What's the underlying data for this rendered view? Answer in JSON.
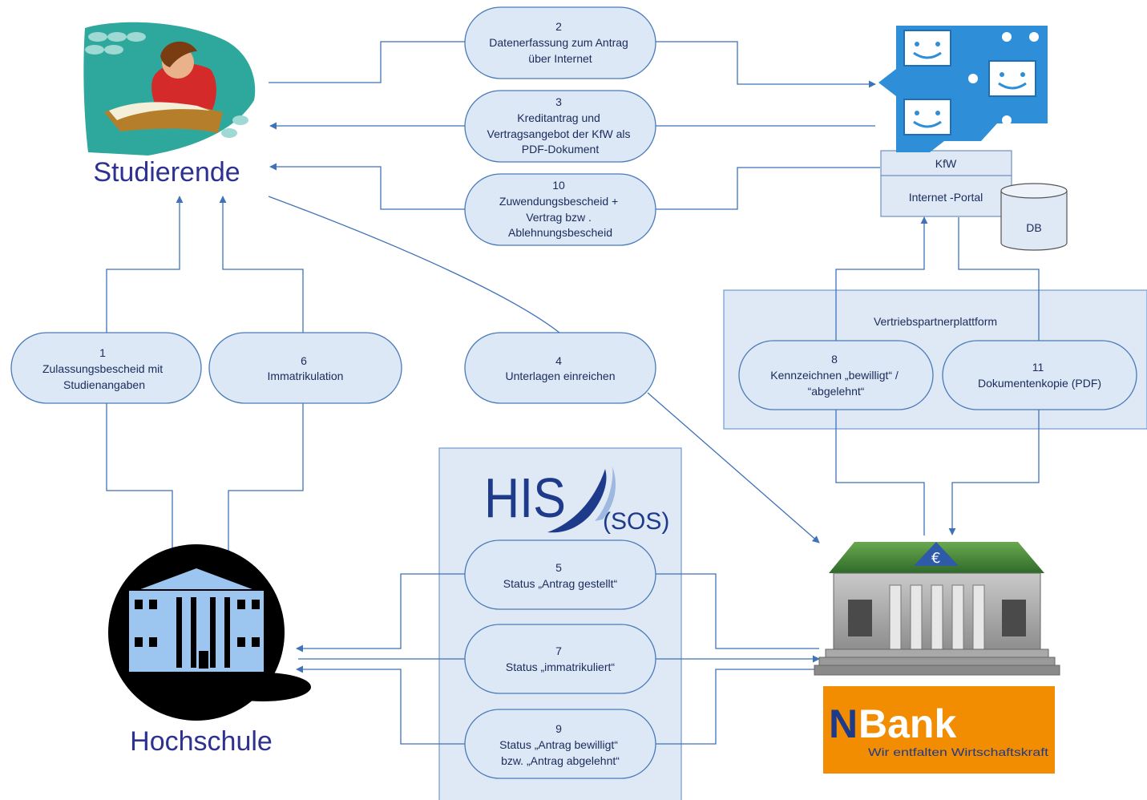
{
  "actors": {
    "student": "Studierende",
    "university": "Hochschule"
  },
  "steps": [
    {
      "num": "2",
      "lines": [
        "Datenerfassung zum Antrag",
        "über Internet"
      ]
    },
    {
      "num": "3",
      "lines": [
        "Kreditantrag und",
        "Vertragsangebot der KfW als",
        "PDF-Dokument"
      ]
    },
    {
      "num": "10",
      "lines": [
        "Zuwendungsbescheid  +",
        "Vertrag bzw .",
        "Ablehnungsbescheid"
      ]
    },
    {
      "num": "1",
      "lines": [
        "Zulassungsbescheid mit",
        "Studienangaben"
      ]
    },
    {
      "num": "6",
      "lines": [
        "Immatrikulation"
      ]
    },
    {
      "num": "4",
      "lines": [
        "Unterlagen einreichen"
      ]
    },
    {
      "num": "8",
      "lines": [
        "Kennzeichnen „bewilligt“ /",
        "“abgelehnt“"
      ]
    },
    {
      "num": "11",
      "lines": [
        "Dokumentenkopie  (PDF)"
      ]
    },
    {
      "num": "5",
      "lines": [
        "Status „Antrag gestellt“"
      ]
    },
    {
      "num": "7",
      "lines": [
        "Status „immatrikuliert“"
      ]
    },
    {
      "num": "9",
      "lines": [
        "Status „Antrag bewilligt“",
        "bzw. „Antrag abgelehnt“"
      ]
    }
  ],
  "kfw": {
    "name": "KfW",
    "portal": "Internet -Portal",
    "db": "DB"
  },
  "platform": "Vertriebspartnerplattform",
  "his": {
    "logo": "HIS",
    "sub": "(SOS)"
  },
  "nbank": {
    "logo_n": "N",
    "logo_rest": "Bank",
    "slogan": "Wir entfalten Wirtschaftskraft"
  },
  "colors": {
    "pill_fill": "#dde8f6",
    "pill_stroke": "#4a7ab8",
    "arrow": "#3f72b8",
    "actor_text": "#2e3192",
    "nbank_orange": "#f28c00",
    "his_blue": "#1e3a8a"
  },
  "icons": [
    "student-icon",
    "kfw-network-icon",
    "university-building-icon",
    "bank-building-icon",
    "database-icon"
  ]
}
